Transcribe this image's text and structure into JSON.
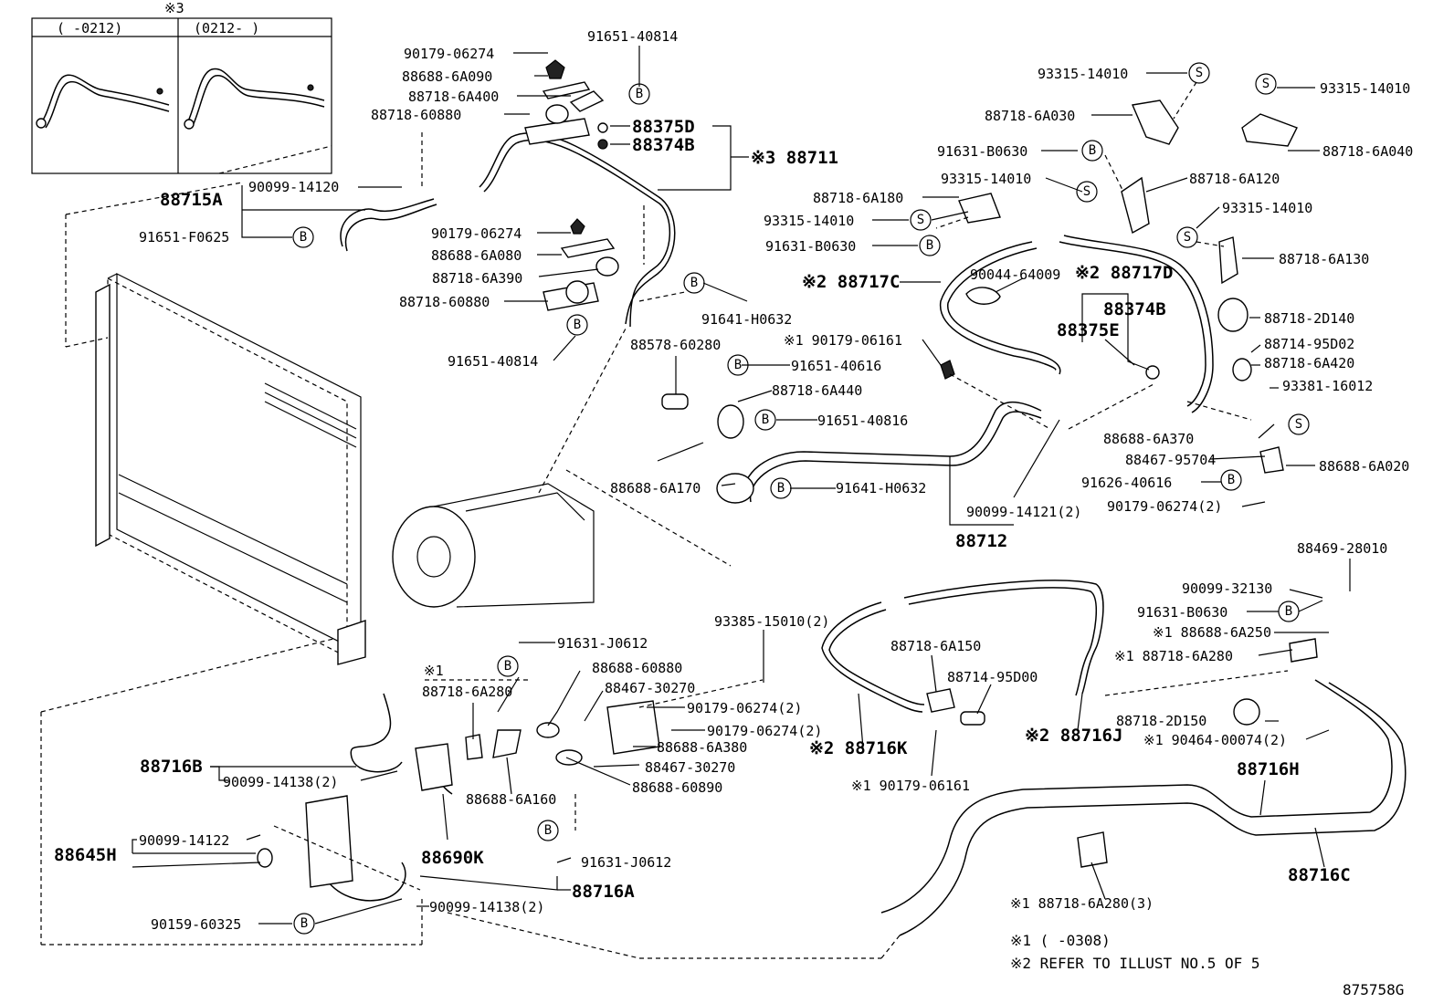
{
  "inset": {
    "mark": "※3",
    "left_header": "(  -0212)",
    "right_header": "(0212-  )"
  },
  "labels": {
    "p1": "90179-06274",
    "p2": "91651-40814",
    "p3": "88688-6A090",
    "p4": "88718-6A400",
    "p5": "88718-60880",
    "p6": "88375D",
    "p7": "88374B",
    "p8": "※3 88711",
    "p9": "88715A",
    "p10": "90099-14120",
    "p11": "91651-F0625",
    "p12": "90179-06274",
    "p13": "88688-6A080",
    "p14": "88718-6A390",
    "p15": "88718-60880",
    "p16": "91651-40814",
    "p17": "91641-H0632",
    "p18": "88578-60280",
    "p19": "91651-40616",
    "p20": "88718-6A440",
    "p21": "91651-40816",
    "p22": "88688-6A170",
    "p23": "91641-H0632",
    "p24": "90099-14121(2)",
    "p25": "88712",
    "p26": "※1 90179-06161",
    "p27": "93315-14010",
    "p28": "88718-6A030",
    "p29": "93315-14010",
    "p30": "88718-6A040",
    "p31": "91631-B0630",
    "p32": "93315-14010",
    "p33": "88718-6A120",
    "p34": "88718-6A180",
    "p35": "93315-14010",
    "p36": "93315-14010",
    "p37": "91631-B0630",
    "p38": "88718-6A130",
    "p39": "※2 88717C",
    "p40": "90044-64009",
    "p41": "※2 88717D",
    "p42": "88374B",
    "p43": "88375E",
    "p44": "88718-2D140",
    "p45": "88714-95D02",
    "p46": "88718-6A420",
    "p47": "93381-16012",
    "p48": "88688-6A370",
    "p49": "88467-95704",
    "p50": "88688-6A020",
    "p51": "91626-40616",
    "p52": "90179-06274(2)",
    "p53": "88469-28010",
    "p54": "90099-32130",
    "p55": "91631-B0630",
    "p56": "※1 88688-6A250",
    "p57": "※1 88718-6A280",
    "p58": "93385-15010(2)",
    "p59": "88718-6A150",
    "p60": "88714-95D00",
    "p61": "※2 88716K",
    "p62": "※2 88716J",
    "p63": "※1 90179-06161",
    "p64": "88718-2D150",
    "p65": "※1 90464-00074(2)",
    "p66": "88716H",
    "p67": "88716C",
    "p68": "※1 88718-6A280(3)",
    "p69": "91631-J0612",
    "p70": "88688-60880",
    "p71": "88467-30270",
    "p72": "90179-06274(2)",
    "p73": "90179-06274(2)",
    "p74": "88688-6A380",
    "p75": "88467-30270",
    "p76": "88688-60890",
    "p77": "※1",
    "p78": "88718-6A280",
    "p79": "88716B",
    "p80": "90099-14138(2)",
    "p81": "88688-6A160",
    "p82": "88690K",
    "p83": "88645H",
    "p84": "90099-14122",
    "p85": "91631-J0612",
    "p86": "88716A",
    "p87": "90159-60325",
    "p88": "90099-14138(2)"
  },
  "markers": {
    "b": "B",
    "s": "S"
  },
  "notes": {
    "n1": "※1 (      -0308)",
    "n2": "※2 REFER TO ILLUST NO.5 OF 5"
  },
  "figure_id": "875758G"
}
